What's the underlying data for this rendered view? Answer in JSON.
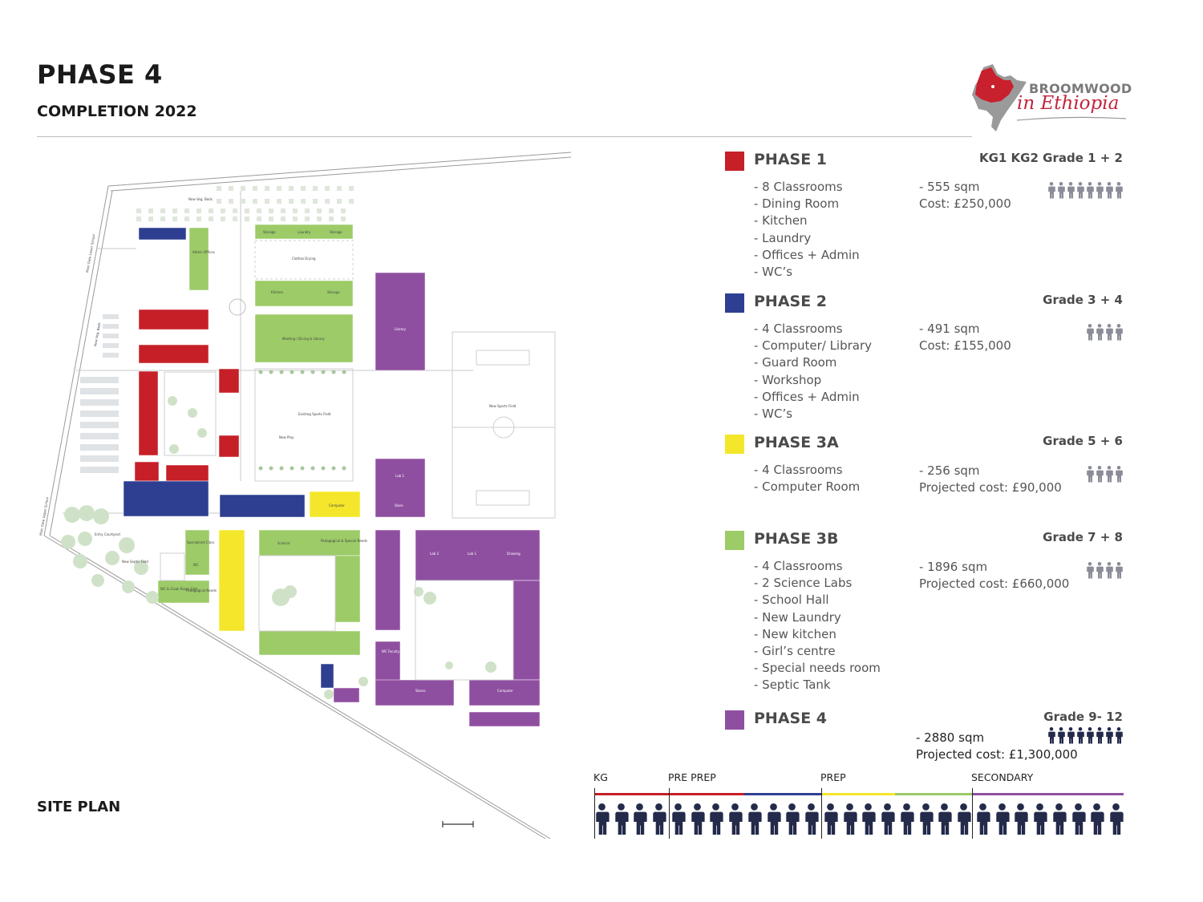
{
  "header": {
    "title": "PHASE 4",
    "subtitle": "COMPLETION 2022"
  },
  "logo": {
    "line1": "BROOMWOOD",
    "line2": "in Ethiopia"
  },
  "site_plan_label": "SITE PLAN",
  "colors": {
    "phase1": "#c61f28",
    "phase2": "#2e3f91",
    "phase3a": "#f4e72b",
    "phase3b": "#9ccb68",
    "phase4": "#8f4fa0",
    "figure": "#232a4a",
    "icon_grey": "#8a8c97"
  },
  "phases": [
    {
      "name": "PHASE 1",
      "grade": "KG1 KG2 Grade 1 + 2",
      "items": [
        "- 8 Classrooms",
        "- Dining Room",
        "- Kitchen",
        "- Laundry",
        "- Offices + Admin",
        "- WC’s"
      ],
      "sqm": "- 555 sqm",
      "cost": "Cost: £250,000",
      "icons": 8
    },
    {
      "name": "PHASE 2",
      "grade": "Grade 3 +  4",
      "items": [
        "- 4 Classrooms",
        "- Computer/ Library",
        "- Guard Room",
        "- Workshop",
        "- Offices + Admin",
        "- WC’s"
      ],
      "sqm": "- 491 sqm",
      "cost": "Cost: £155,000",
      "icons": 4
    },
    {
      "name": "PHASE 3A",
      "grade": "Grade 5 + 6",
      "items": [
        "- 4 Classrooms",
        "- Computer Room"
      ],
      "sqm": "- 256 sqm",
      "cost": "Projected cost: £90,000",
      "icons": 4
    },
    {
      "name": "PHASE 3B",
      "grade": "Grade 7  + 8",
      "items": [
        "- 4 Classrooms",
        "- 2 Science Labs",
        "- School Hall",
        "- New Laundry",
        "- New kitchen",
        "- Girl’s centre",
        "- Special needs room",
        "- Septic Tank"
      ],
      "sqm": "- 1896 sqm",
      "cost": "Projected cost: £660,000",
      "icons": 4
    },
    {
      "name": "PHASE 4",
      "grade": "Grade 9- 12",
      "items": [],
      "sqm": "- 2880 sqm",
      "cost": "Projected cost: £1,300,000",
      "icons": 8
    }
  ],
  "stages": [
    "KG",
    "PRE PREP",
    "PREP",
    "SECONDARY"
  ],
  "figures_count": 28,
  "map_labels": {
    "veg_beds_top": "New Veg. Beds",
    "veg_beds_left": "New Veg. Beds",
    "main_gate_lower": "Main Gate Lower School",
    "main_gate_upper": "Main Gate Upper School",
    "admin": "Admin Offices",
    "storage_1": "Storage",
    "laundry": "Laundry",
    "storage_2": "Storage",
    "clothes_drying": "Clothes Drying",
    "kitchen": "Kitchen",
    "storage_3": "Storage",
    "dining": "Meeting / Dining & Library",
    "library": "Library",
    "sports_field": "Existing Sports Field",
    "new_play": "New Play",
    "new_sports_field": "New Sports Field",
    "lab": "Lab 1",
    "store": "Store",
    "computer": "Computer",
    "entry": "Entry Courtyard",
    "septic": "New Septic Field",
    "specialised": "Specialised Class",
    "wc": "WC",
    "wc_girls": "WC & Cloak Room Girls",
    "pedagogical": "Pedagogical Needs",
    "science": "Science",
    "ped_special": "Pedagogical & Special Needs",
    "lab_2": "Lab 2",
    "lab_3": "Lab 1",
    "drawing": "Drawing",
    "stores": "Stores",
    "computer_2": "Computer",
    "wc_faculty": "WC Faculty"
  }
}
